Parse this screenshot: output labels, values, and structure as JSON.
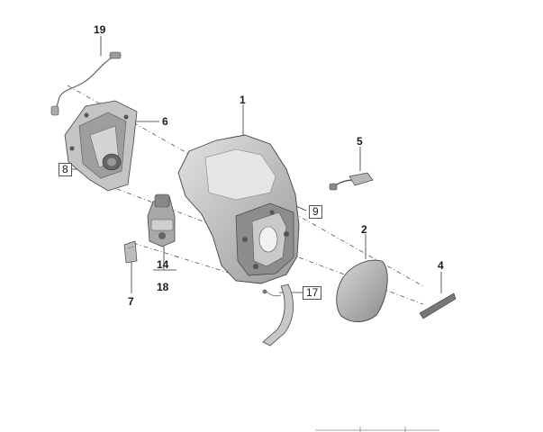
{
  "callouts": {
    "c1": "1",
    "c2": "2",
    "c4": "4",
    "c5": "5",
    "c6": "6",
    "c7": "7",
    "c8": "8",
    "c9": "9",
    "c14": "14",
    "c17": "17",
    "c18": "18",
    "c19": "19"
  },
  "colors": {
    "part_fill": "#cfcfcf",
    "part_dark": "#7a7a7a",
    "outline": "#444444",
    "dash_line": "#555555"
  }
}
